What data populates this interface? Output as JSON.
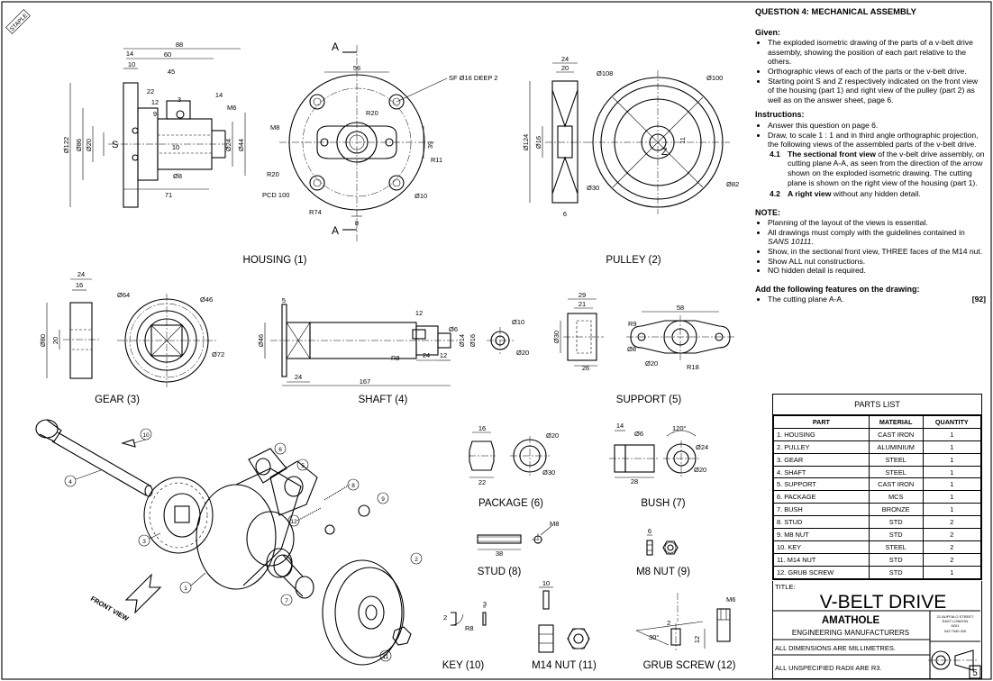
{
  "question": {
    "title": "QUESTION 4: MECHANICAL ASSEMBLY",
    "given_heading": "Given:",
    "given": [
      "The exploded isometric drawing of the parts of a v-belt drive assembly, showing the position of each part relative to the others.",
      "Orthographic views  of each of the parts or the v-belt drive.",
      "Starting point S and Z respectively indicated on the front view of the housing (part 1) and right view of the pulley (part 2) as well as on the answer sheet, page 6."
    ],
    "instructions_heading": "Instructions:",
    "instructions": [
      "Answer this question on page 6.",
      "Draw, to scale 1 : 1 and in third angle orthographic projection, the following views of the assembled parts of the v-belt drive."
    ],
    "sub1_num": "4.1",
    "sub1_bold": "The sectional front view",
    "sub1_rest": " of the v-belt drive assembly, on cutting plane A-A, as seen from the direction of the arrow shown on the exploded isometric drawing.  The cutting plane is shown on the right view of the housing (part 1).",
    "sub2_num": "4.2",
    "sub2_bold": "A right view",
    "sub2_rest": " without any hidden detail.",
    "note_heading": "NOTE:",
    "note1": "Planning of the layout of the views is essential.",
    "note2_pre": "All drawings must comply with the guidelines contained in ",
    "note2_italic": "SANS 10111",
    "note2_post": ".",
    "note3": "Show, in the sectional front view, THREE faces of the M14 nut.",
    "note4": "Show ALL nut constructions.",
    "note5": "NO hidden detail is required.",
    "add_heading": "Add the following features on the drawing:",
    "add_item": "The cutting plane A-A.",
    "marks": "[92]"
  },
  "parts_list": {
    "title": "PARTS LIST",
    "headers": [
      "PART",
      "MATERIAL",
      "QUANTITY"
    ],
    "rows": [
      [
        "1. HOUSING",
        "CAST IRON",
        "1"
      ],
      [
        "2. PULLEY",
        "ALUMINIUM",
        "1"
      ],
      [
        "3. GEAR",
        "STEEL",
        "1"
      ],
      [
        "4. SHAFT",
        "STEEL",
        "1"
      ],
      [
        "5. SUPPORT",
        "CAST IRON",
        "1"
      ],
      [
        "6. PACKAGE",
        "MCS",
        "1"
      ],
      [
        "7. BUSH",
        "BRONZE",
        "1"
      ],
      [
        "8. STUD",
        "STD",
        "2"
      ],
      [
        "9. M8 NUT",
        "STD",
        "2"
      ],
      [
        "10. KEY",
        "STEEL",
        "2"
      ],
      [
        "11. M14 NUT",
        "STD",
        "2"
      ],
      [
        "12. GRUB SCREW",
        "STD",
        "1"
      ]
    ]
  },
  "title_block": {
    "title_label": "TITLE:",
    "title": "V-BELT DRIVE",
    "company1": "AMATHOLE",
    "company2": "ENGINEERING MANUFACTURERS",
    "address": [
      "21 BUFFALO STREET",
      "EAST LONDON",
      "5201",
      "043 7040 400"
    ],
    "note1": "ALL DIMENSIONS ARE MILLIMETRES.",
    "note2": "ALL UNSPECIFIED RADII ARE R3.",
    "page": "5"
  },
  "stamp": "STAPLE",
  "captions": {
    "housing": "HOUSING (1)",
    "pulley": "PULLEY (2)",
    "gear": "GEAR (3)",
    "shaft": "SHAFT (4)",
    "support": "SUPPORT (5)",
    "package": "PACKAGE (6)",
    "bush": "BUSH (7)",
    "stud": "STUD (8)",
    "m8nut": "M8 NUT (9)",
    "key": "KEY (10)",
    "m14nut": "M14 NUT (11)",
    "grub": "GRUB SCREW (12)",
    "front_view": "FRONT VIEW"
  },
  "dims": {
    "housing": [
      "88",
      "14",
      "60",
      "10",
      "45",
      "22",
      "12",
      "9",
      "3",
      "14",
      "M6",
      "Ø122",
      "Ø86",
      "Ø20",
      "Ø24",
      "Ø44",
      "S",
      "10",
      "Ø8",
      "71",
      "A",
      "56",
      "SF Ø16 DEEP 2",
      "M8",
      "R20",
      "39",
      "R20",
      "R11",
      "PCD 100",
      "R74",
      "8",
      "Ø10",
      "A"
    ],
    "pulley": [
      "24",
      "20",
      "Ø108",
      "Ø100",
      "Ø124",
      "Ø16",
      "11",
      "Z",
      "Ø30",
      "Ø82",
      "6"
    ],
    "gear": [
      "24",
      "16",
      "Ø64",
      "Ø46",
      "Ø80",
      "20",
      "Ø72"
    ],
    "shaft": [
      "5",
      "12",
      "Ø6",
      "Ø46",
      "Ø14",
      "Ø16",
      "R8",
      "24",
      "12",
      "24",
      "167",
      "Ø10",
      "Ø20"
    ],
    "support": [
      "29",
      "21",
      "Ø30",
      "26",
      "58",
      "R9",
      "Ø8",
      "Ø20",
      "R18"
    ],
    "package": [
      "16",
      "Ø20",
      "22",
      "Ø30"
    ],
    "bush": [
      "14",
      "Ø6",
      "120°",
      "Ø24",
      "28",
      "Ø20"
    ],
    "stud": [
      "M8",
      "38"
    ],
    "m8nut": [
      "6"
    ],
    "key": [
      "3",
      "2",
      "R8"
    ],
    "m14nut": [
      "10"
    ],
    "grub": [
      "M6",
      "2",
      "30°",
      "12"
    ],
    "balloons": [
      "10",
      "4",
      "3",
      "6",
      "5",
      "8",
      "9",
      "12",
      "1",
      "7",
      "2",
      "11"
    ]
  }
}
